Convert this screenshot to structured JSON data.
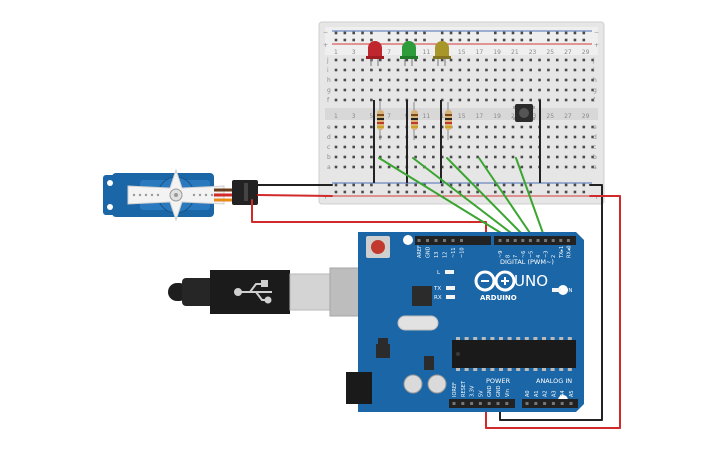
{
  "breadboard": {
    "plus": "+",
    "minus": "−",
    "row_letters_top": [
      "j",
      "i",
      "h",
      "g",
      "f"
    ],
    "row_letters_bottom": [
      "e",
      "d",
      "c",
      "b",
      "a"
    ],
    "column_numbers": [
      "1",
      "3",
      "5",
      "7",
      "9",
      "11",
      "13",
      "15",
      "17",
      "19",
      "21",
      "23",
      "25",
      "27",
      "29"
    ]
  },
  "leds": [
    {
      "color": "#c0262d"
    },
    {
      "color": "#2e9c3a"
    },
    {
      "color": "#a8962a"
    }
  ],
  "arduino": {
    "logo_text": "ARDUINO",
    "model": "UNO",
    "digital_label": "DIGITAL (PWM~)",
    "analog_label": "ANALOG IN",
    "power_label": "POWER",
    "on_label": "ON",
    "tx_label": "TX",
    "rx_label": "RX",
    "l_label": "L",
    "digital_pins": [
      "AREF",
      "GND",
      "13",
      "12",
      "~11",
      "~10",
      "~9",
      "8",
      "7",
      "~6",
      "~5",
      "4",
      "~3",
      "2",
      "TX▸1",
      "RX◂0"
    ],
    "power_pins": [
      "IOREF",
      "RESET",
      "3.3V",
      "5V",
      "GND",
      "GND",
      "Vin"
    ],
    "analog_pins": [
      "A0",
      "A1",
      "A2",
      "A3",
      "A4",
      "A5"
    ]
  },
  "colors": {
    "board_blue": "#1b66a6",
    "wire_green": "#3aa531",
    "wire_red": "#d02a2a",
    "wire_black": "#222222",
    "breadboard_bg": "#e5e5e5"
  }
}
